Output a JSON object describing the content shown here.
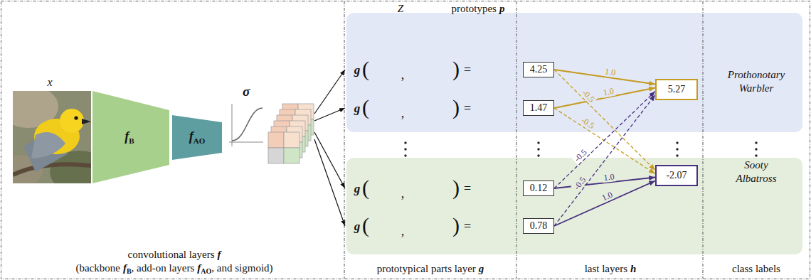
{
  "diagram": {
    "nodes": [
      {
        "text": [
          "Prothonotary Warbler"
        ]
      },
      {
        "text": [
          "4.25"
        ],
        "in": 0
      },
      {
        "text": [
          "1.47"
        ],
        "in": 0
      },
      {
        "text": [
          "5.27"
        ],
        "in": 0
      },
      {
        "text": [
          "Sooty Albatross"
        ]
      },
      {
        "text": [
          "0.12"
        ],
        "in": 4
      },
      {
        "text": [
          "0.78"
        ],
        "in": 4
      },
      {
        "text": [
          "-2.07"
        ],
        "in": 4
      }
    ],
    "edges": [
      {
        "from": 1,
        "to": 3,
        "arrow": "to",
        "label": "1.0"
      },
      {
        "from": 2,
        "to": 3,
        "arrow": "to",
        "label": "1.0"
      },
      {
        "from": 1,
        "to": 7,
        "arrow": "to",
        "label": "-0.5"
      },
      {
        "from": 2,
        "to": 7,
        "arrow": "to",
        "label": "-0.5"
      },
      {
        "from": 5,
        "to": 3,
        "arrow": "to",
        "label": "-0.5"
      },
      {
        "from": 6,
        "to": 3,
        "arrow": "to",
        "label": "-0.5"
      },
      {
        "from": 5,
        "to": 7,
        "arrow": "to",
        "label": "1.0"
      },
      {
        "from": 6,
        "to": 7,
        "arrow": "to",
        "label": "1.0"
      }
    ],
    "labels": [
      "Z",
      "prototypes",
      "p",
      "x",
      "f",
      "B",
      "f",
      "AO",
      "σ",
      "g",
      "(",
      ",",
      ")",
      "=",
      "g",
      "(",
      ",",
      ")",
      "=",
      "g",
      "(",
      ",",
      ")",
      "=",
      "g",
      "(",
      ",",
      ")",
      "=",
      "convolutional layers",
      "f",
      "(backbone",
      "f",
      "B",
      ", add-on layers",
      "f",
      "AO",
      ", and sigmoid)",
      "prototypical parts layer",
      "g",
      "last layers",
      "h",
      "class labels"
    ]
  }
}
